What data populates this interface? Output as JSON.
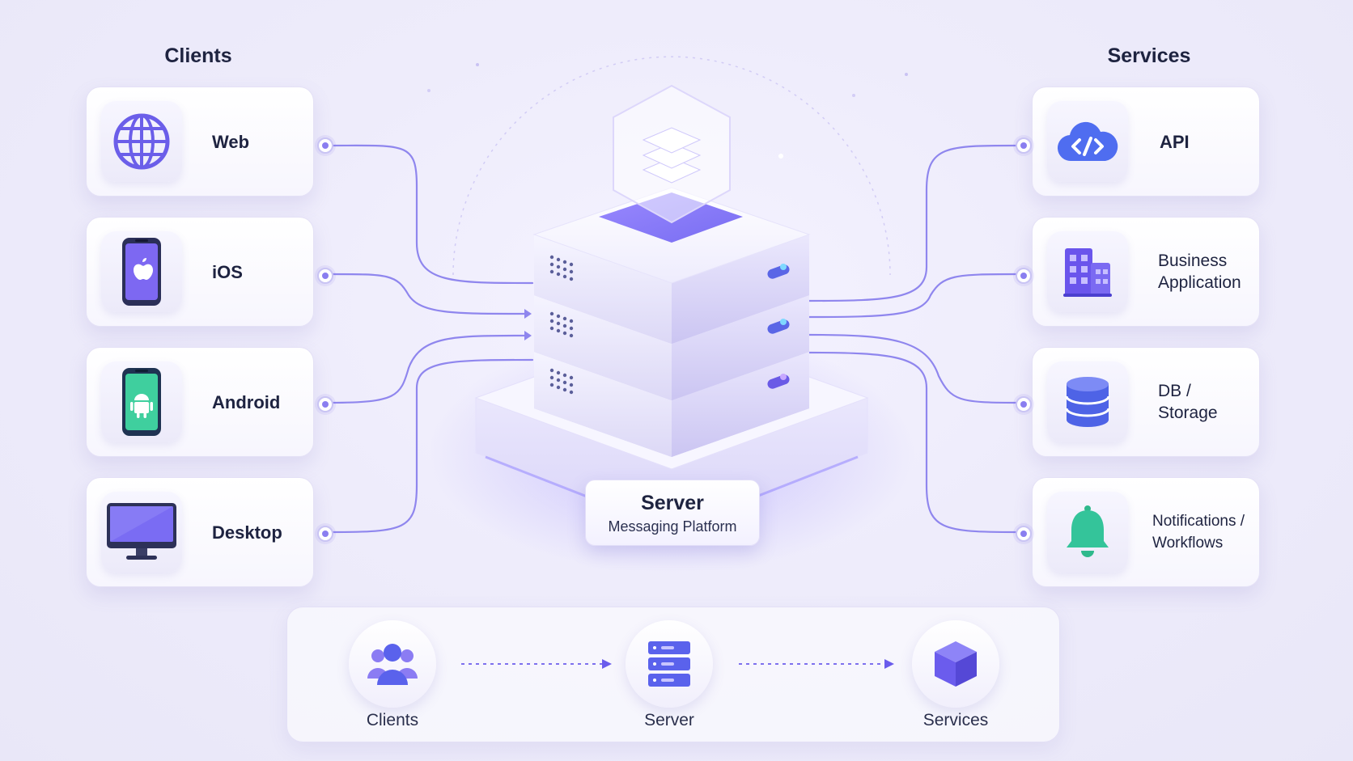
{
  "headings": {
    "clients": "Clients",
    "services": "Services"
  },
  "clients": [
    {
      "label": "Web",
      "icon": "globe-icon"
    },
    {
      "label": "iOS",
      "icon": "iphone-icon"
    },
    {
      "label": "Android",
      "icon": "android-phone-icon"
    },
    {
      "label": "Desktop",
      "icon": "desktop-monitor-icon"
    }
  ],
  "services": [
    {
      "label": "API",
      "icon": "cloud-code-icon"
    },
    {
      "label": "Business\nApplication",
      "icon": "office-building-icon"
    },
    {
      "label": "DB /\nStorage",
      "icon": "database-icon"
    },
    {
      "label": "Notifications /\nWorkflows",
      "icon": "bell-icon"
    }
  ],
  "server": {
    "title": "Server",
    "subtitle": "Messaging Platform"
  },
  "flow": [
    {
      "label": "Clients",
      "icon": "users-icon"
    },
    {
      "label": "Server",
      "icon": "server-rack-icon"
    },
    {
      "label": "Services",
      "icon": "cube-icon"
    }
  ],
  "colors": {
    "accent": "#7b6cf0",
    "accent_dark": "#5b4fe0",
    "line": "#8f86ee",
    "bell": "#34c49a",
    "android": "#3fcf9e"
  }
}
